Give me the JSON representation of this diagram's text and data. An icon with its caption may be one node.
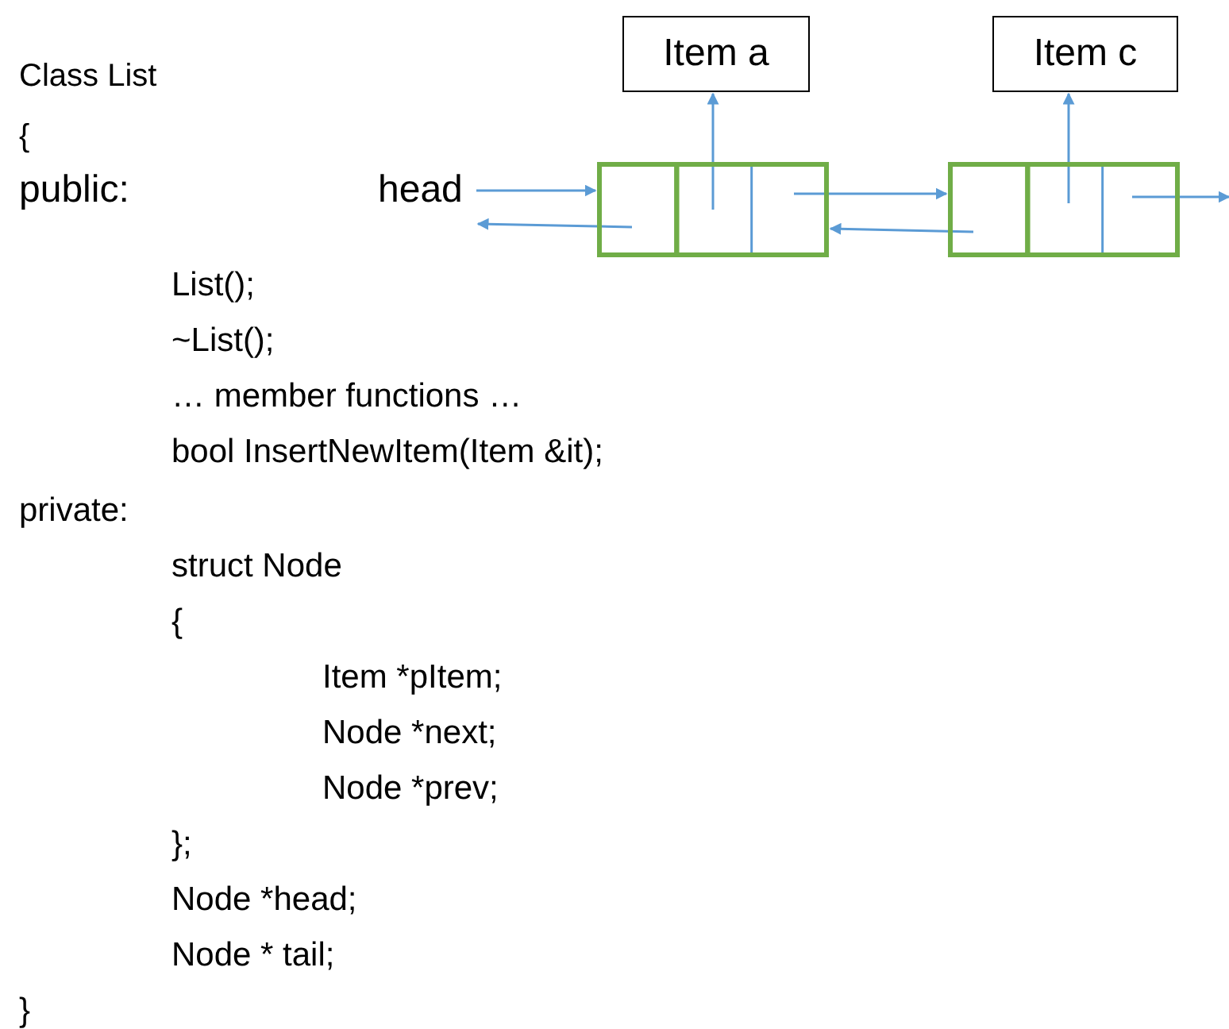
{
  "diagram": {
    "nodes": [
      {
        "text": [
          "Item a"
        ]
      },
      {
        "text": [
          "Item c"
        ]
      },
      {
        "text": [
          "head"
        ]
      },
      {
        "text": [],
        "shape": "box"
      },
      {
        "text": [],
        "shape": "box"
      }
    ],
    "edges": [
      {
        "from": 3,
        "to": 0,
        "arrow": "to"
      },
      {
        "from": 4,
        "to": 1,
        "arrow": "to"
      },
      {
        "from": 2,
        "to": 3,
        "arrow": "to"
      },
      {
        "from": 3,
        "to": 4,
        "arrow": "to"
      },
      {
        "from": 3,
        "to": 2,
        "arrow": "to"
      },
      {
        "from": 4,
        "to": 3,
        "arrow": "to"
      },
      {
        "from": 4,
        "to": null,
        "arrow": "to"
      }
    ],
    "labels": [
      "Class List",
      "{",
      "public:",
      "List();",
      "~List();",
      "… member functions …",
      "bool InsertNewItem(Item &it);",
      "private:",
      "struct Node",
      "{",
      "Item *pItem;",
      "Node *next;",
      "Node *prev;",
      "};",
      "Node *head;",
      "Node * tail;",
      "}"
    ]
  }
}
